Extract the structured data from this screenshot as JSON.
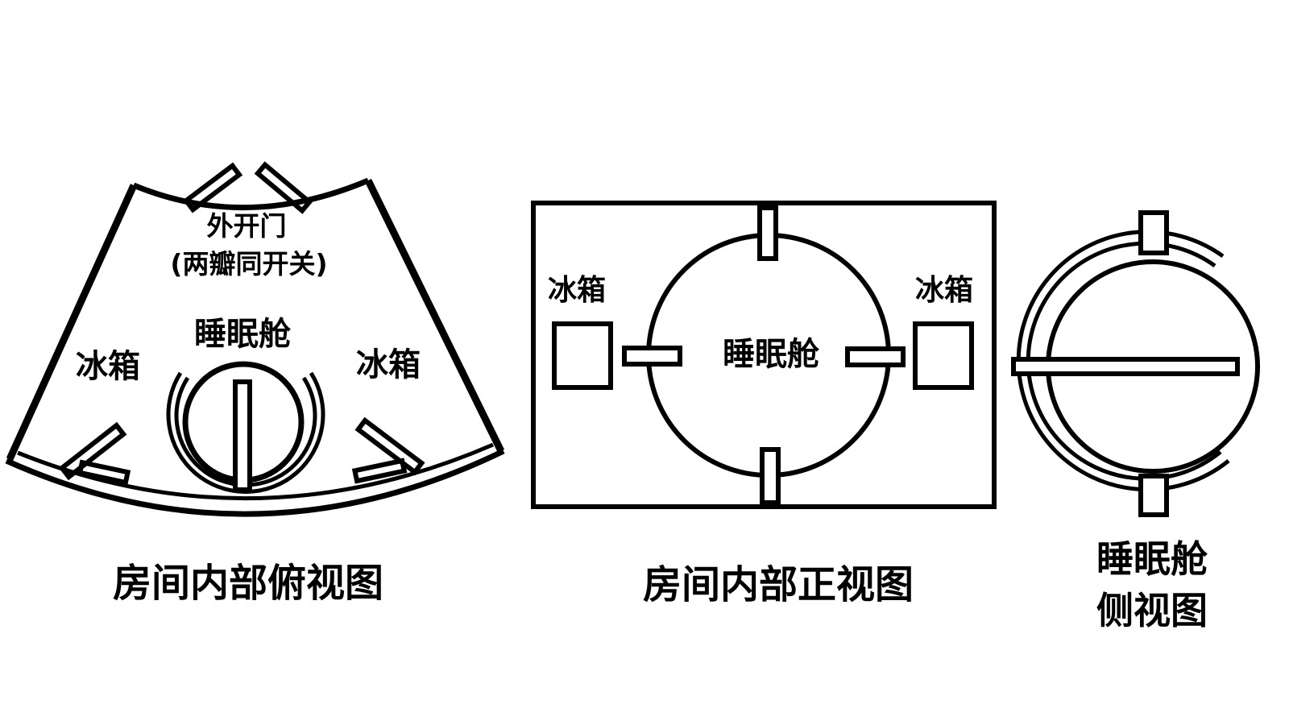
{
  "top_view": {
    "door_label": "外开门",
    "door_note": "(两瓣同开关)",
    "pod_label": "睡眠舱",
    "fridge_left": "冰箱",
    "fridge_right": "冰箱",
    "caption": "房间内部俯视图"
  },
  "front_view": {
    "fridge_left": "冰箱",
    "fridge_right": "冰箱",
    "pod_label": "睡眠舱",
    "caption": "房间内部正视图"
  },
  "side_view": {
    "caption_line1": "睡眠舱",
    "caption_line2": "侧视图"
  },
  "colors": {
    "stroke": "#000000",
    "background": "#ffffff"
  }
}
